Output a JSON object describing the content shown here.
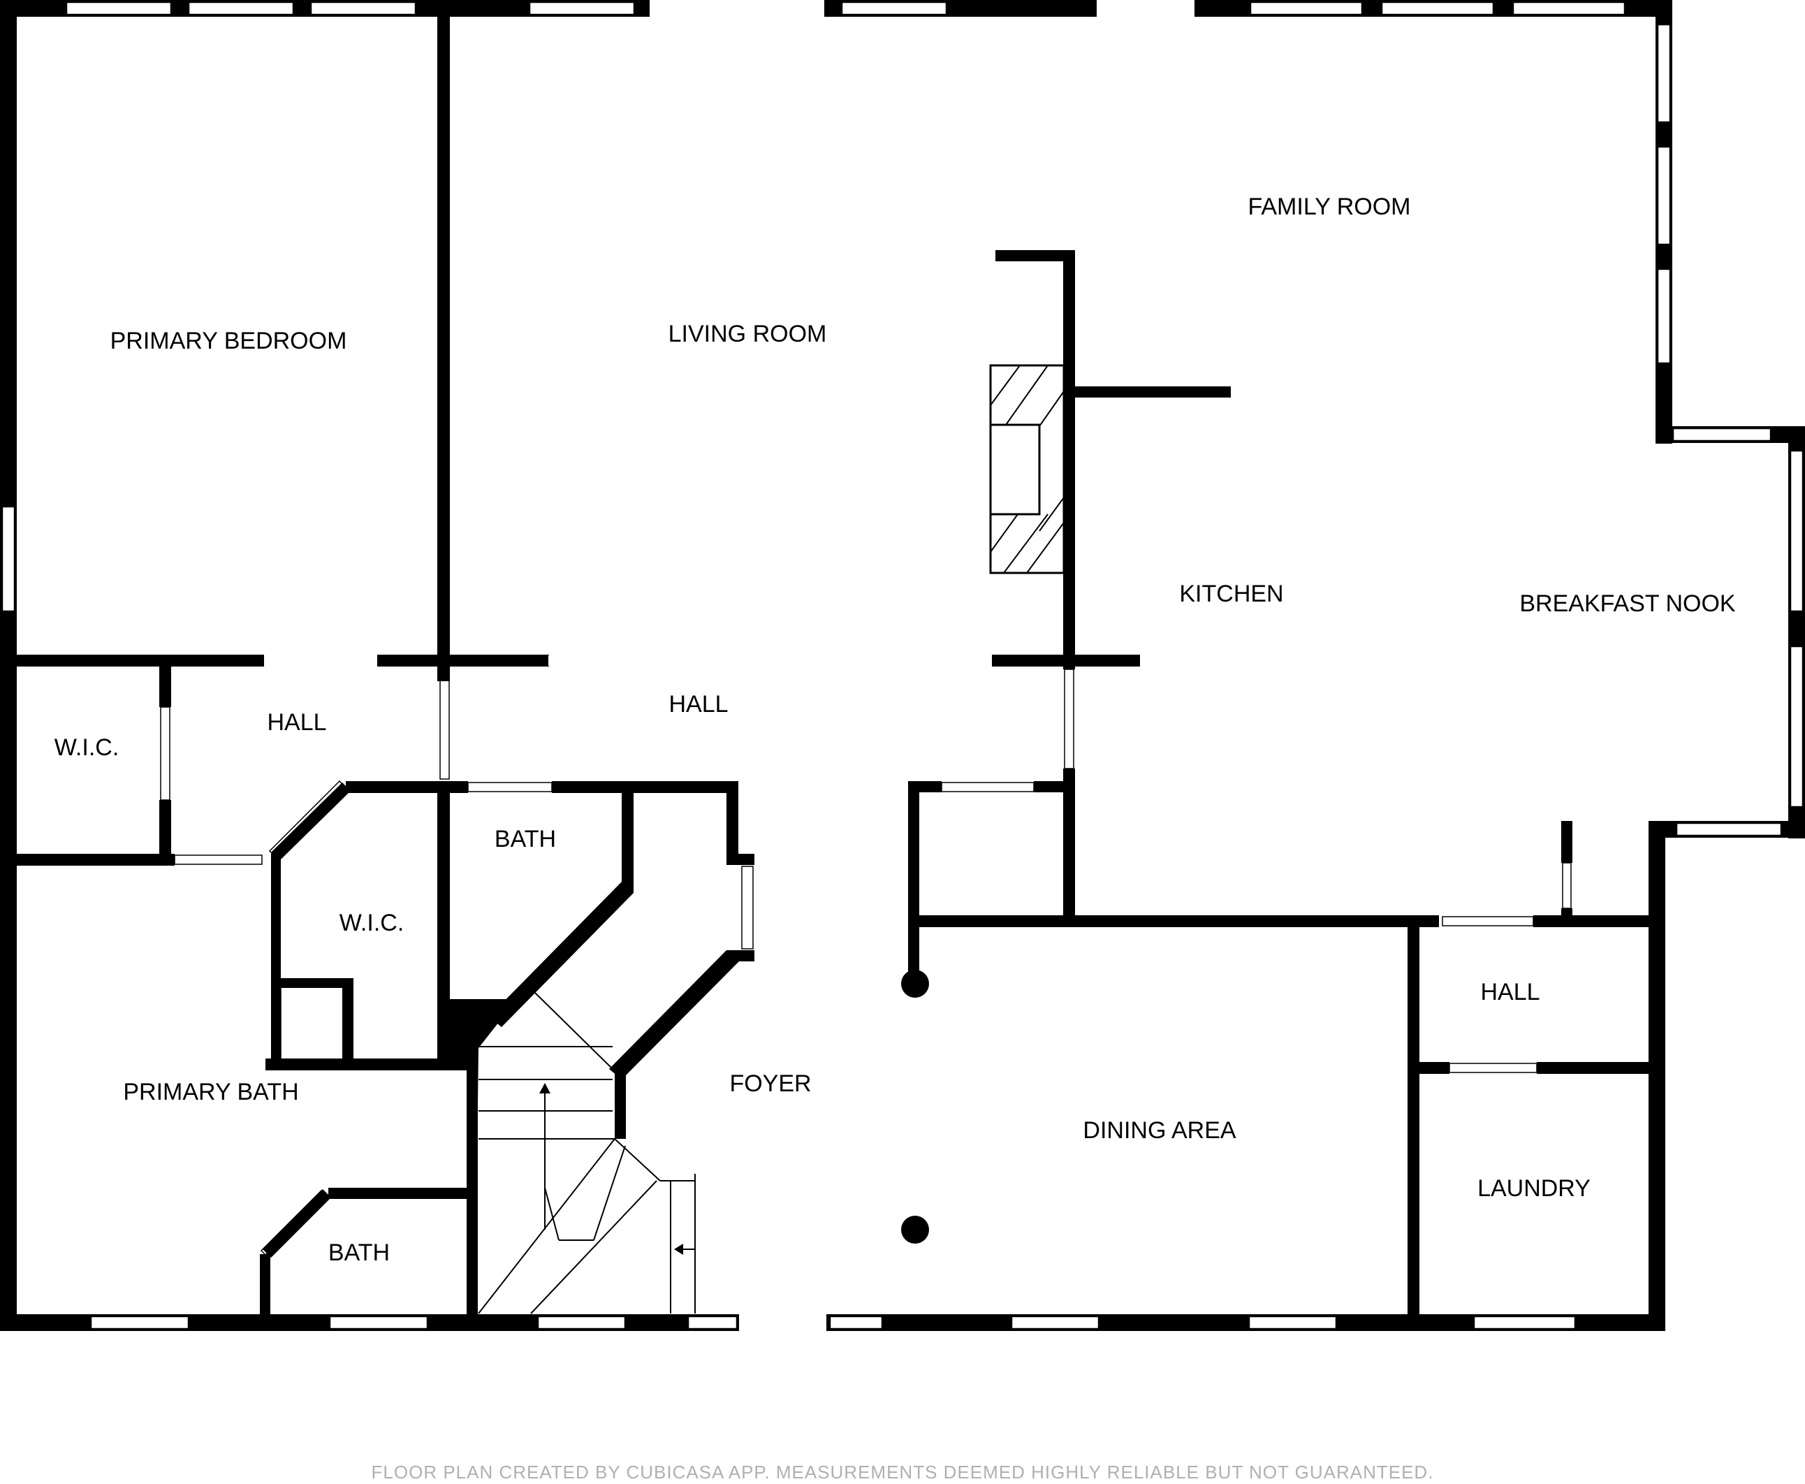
{
  "rooms": {
    "primary_bedroom": "PRIMARY BEDROOM",
    "living_room": "LIVING ROOM",
    "family_room": "FAMILY ROOM",
    "kitchen": "KITCHEN",
    "breakfast_nook": "BREAKFAST NOOK",
    "wic_left": "W.I.C.",
    "hall_left": "HALL",
    "hall_center": "HALL",
    "bath_upper": "BATH",
    "wic_center": "W.I.C.",
    "primary_bath": "PRIMARY BATH",
    "bath_lower": "BATH",
    "foyer": "FOYER",
    "dining_area": "DINING AREA",
    "hall_right": "HALL",
    "laundry": "LAUNDRY"
  },
  "footer": {
    "note": "FLOOR PLAN CREATED BY CUBICASA APP. MEASUREMENTS DEEMED HIGHLY RELIABLE BUT NOT GUARANTEED."
  }
}
